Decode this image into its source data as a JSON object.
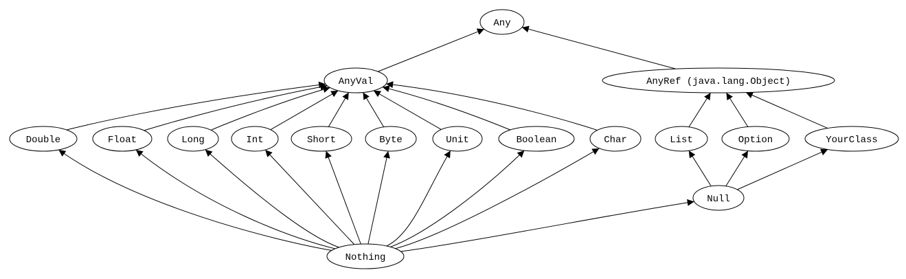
{
  "diagram": {
    "nodes": [
      {
        "id": "any",
        "label": "Any"
      },
      {
        "id": "anyval",
        "label": "AnyVal"
      },
      {
        "id": "anyref",
        "label": "AnyRef (java.lang.Object)"
      },
      {
        "id": "double",
        "label": "Double"
      },
      {
        "id": "float",
        "label": "Float"
      },
      {
        "id": "long",
        "label": "Long"
      },
      {
        "id": "int",
        "label": "Int"
      },
      {
        "id": "short",
        "label": "Short"
      },
      {
        "id": "byte",
        "label": "Byte"
      },
      {
        "id": "unit",
        "label": "Unit"
      },
      {
        "id": "boolean",
        "label": "Boolean"
      },
      {
        "id": "char",
        "label": "Char"
      },
      {
        "id": "list",
        "label": "List"
      },
      {
        "id": "option",
        "label": "Option"
      },
      {
        "id": "yourclass",
        "label": "YourClass"
      },
      {
        "id": "null",
        "label": "Null"
      },
      {
        "id": "nothing",
        "label": "Nothing"
      }
    ],
    "edges": [
      {
        "from": "anyval",
        "to": "any"
      },
      {
        "from": "anyref",
        "to": "any"
      },
      {
        "from": "double",
        "to": "anyval"
      },
      {
        "from": "float",
        "to": "anyval"
      },
      {
        "from": "long",
        "to": "anyval"
      },
      {
        "from": "int",
        "to": "anyval"
      },
      {
        "from": "short",
        "to": "anyval"
      },
      {
        "from": "byte",
        "to": "anyval"
      },
      {
        "from": "unit",
        "to": "anyval"
      },
      {
        "from": "boolean",
        "to": "anyval"
      },
      {
        "from": "char",
        "to": "anyval"
      },
      {
        "from": "list",
        "to": "anyref"
      },
      {
        "from": "option",
        "to": "anyref"
      },
      {
        "from": "yourclass",
        "to": "anyref"
      },
      {
        "from": "null",
        "to": "list"
      },
      {
        "from": "null",
        "to": "option"
      },
      {
        "from": "null",
        "to": "yourclass"
      },
      {
        "from": "nothing",
        "to": "double"
      },
      {
        "from": "nothing",
        "to": "float"
      },
      {
        "from": "nothing",
        "to": "long"
      },
      {
        "from": "nothing",
        "to": "int"
      },
      {
        "from": "nothing",
        "to": "short"
      },
      {
        "from": "nothing",
        "to": "byte"
      },
      {
        "from": "nothing",
        "to": "unit"
      },
      {
        "from": "nothing",
        "to": "boolean"
      },
      {
        "from": "nothing",
        "to": "char"
      },
      {
        "from": "nothing",
        "to": "null"
      }
    ]
  }
}
